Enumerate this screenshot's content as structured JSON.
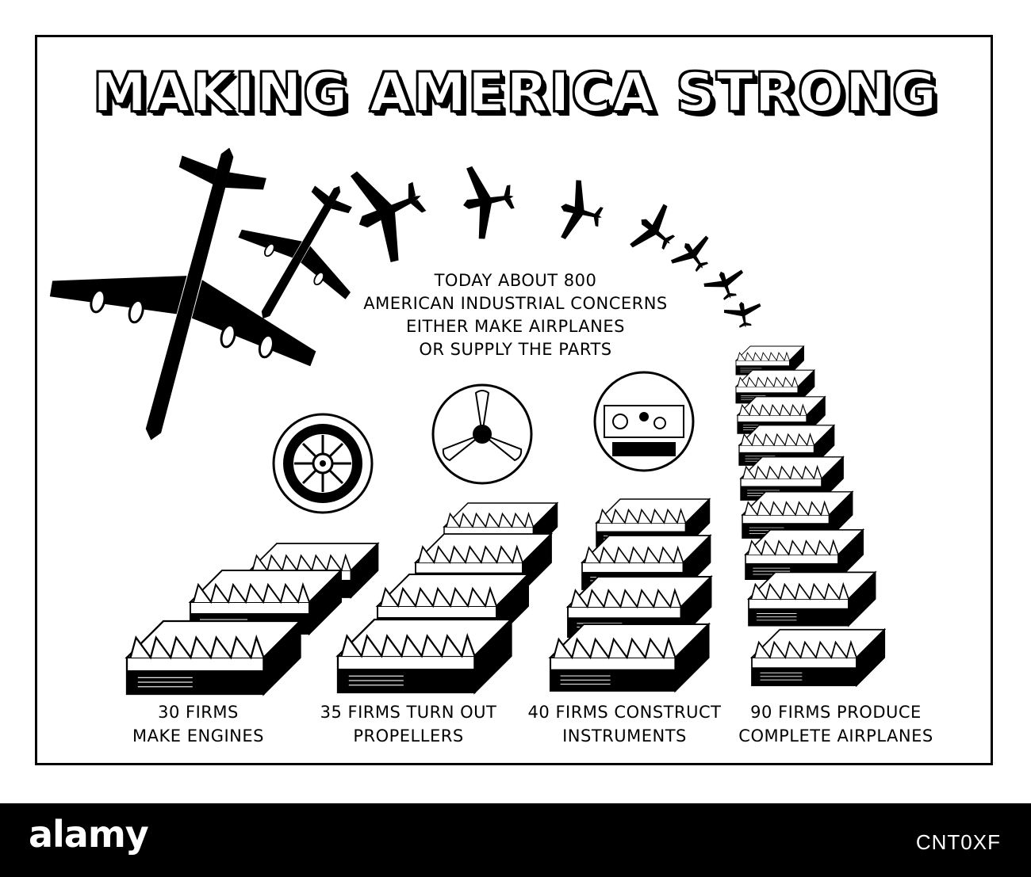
{
  "poster": {
    "title": "MAKING AMERICA STRONG",
    "intro": [
      "TODAY ABOUT 800",
      "AMERICAN INDUSTRIAL CONCERNS",
      "EITHER MAKE AIRPLANES",
      "OR SUPPLY THE PARTS"
    ],
    "groups": [
      {
        "id": "engines",
        "icon": "radial-engine-icon",
        "line1": "30 FIRMS",
        "line2": "MAKE ENGINES"
      },
      {
        "id": "propellers",
        "icon": "propeller-icon",
        "line1": "35 FIRMS TURN OUT",
        "line2": "PROPELLERS"
      },
      {
        "id": "instruments",
        "icon": "cockpit-instruments-icon",
        "line1": "40 FIRMS CONSTRUCT",
        "line2": "INSTRUMENTS"
      },
      {
        "id": "airplanes",
        "icon": "factory-icon",
        "line1": "90 FIRMS PRODUCE",
        "line2": "COMPLETE AIRPLANES"
      }
    ]
  },
  "watermark": {
    "logo": "alamy",
    "image_id": "CNT0XF"
  },
  "colors": {
    "ink": "#000000",
    "paper": "#ffffff"
  }
}
